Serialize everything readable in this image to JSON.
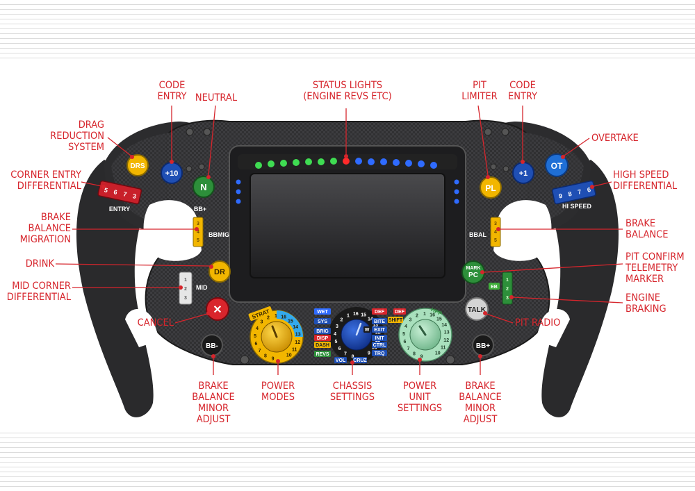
{
  "colors": {
    "callout": "#d6252c",
    "wheel_body": "#2b2b2d",
    "carbon": "#3a3a3a",
    "led_green": "#3fdc52",
    "led_red": "#ff2a2a",
    "led_blue": "#2f6bff",
    "yellow": "#f2b600",
    "blue_btn": "#1f4fb4",
    "green_btn": "#2d8f3a",
    "red_btn": "#d9252c"
  },
  "watermark_id": "578673049",
  "callouts": {
    "status_lights": "STATUS LIGHTS\n(ENGINE REVS ETC)",
    "code_entry_left": "CODE\nENTRY",
    "neutral": "NEUTRAL",
    "drag_reduction": "DRAG\nREDUCTION\nSYSTEM",
    "corner_entry_diff": "CORNER ENTRY\nDIFFERENTIAL",
    "brake_balance_migration": "BRAKE\nBALANCE\nMIGRATION",
    "drink": "DRINK",
    "mid_corner_diff": "MID CORNER\nDIFFERENTIAL",
    "cancel": "CANCEL",
    "bb_minor_left": "BRAKE\nBALANCE\nMINOR\nADJUST",
    "power_modes": "POWER\nMODES",
    "chassis_settings": "CHASSIS\nSETTINGS",
    "power_unit_settings": "POWER\nUNIT\nSETTINGS",
    "bb_minor_right": "BRAKE\nBALANCE\nMINOR\nADJUST",
    "pit_limiter": "PIT\nLIMITER",
    "code_entry_right": "CODE\nENTRY",
    "overtake": "OVERTAKE",
    "high_speed_diff": "HIGH SPEED\nDIFFERENTIAL",
    "brake_balance": "BRAKE\nBALANCE",
    "pit_confirm": "PIT CONFIRM\nTELEMETRY\nMARKER",
    "engine_braking": "ENGINE\nBRAKING",
    "pit_radio": "PIT RADIO"
  },
  "buttons": {
    "drs": "DRS",
    "plus10": "+10",
    "neutral": "N",
    "dr": "DR",
    "cancel": "✕",
    "bb_minus": "BB-",
    "pl": "PL",
    "plus1": "+1",
    "ot": "OT",
    "mark": "MARK",
    "pc": "PC",
    "talk": "TALK",
    "bb_plus": "BB+"
  },
  "labels": {
    "entry": "ENTRY",
    "bb_plus_top": "BB+",
    "bbmig": "BBMIG",
    "mid": "MID",
    "bbal": "BBAL",
    "hi_speed": "HI SPEED",
    "eb": "EB"
  },
  "rotaries": {
    "entry_digits": [
      "5",
      "6",
      "7",
      "3"
    ],
    "hispeed_digits": [
      "9",
      "8",
      "7",
      "6"
    ],
    "bbmig_digits": [
      "3",
      "4",
      "5"
    ],
    "bbal_digits": [
      "3",
      "4",
      "5"
    ],
    "mid_digits": [
      "1",
      "2",
      "3"
    ],
    "eb_digits": [
      "1",
      "2",
      "3"
    ]
  },
  "dials": {
    "strat": {
      "title": "STRAT",
      "numbers": [
        "9",
        "8",
        "7",
        "6",
        "5",
        "4",
        "3",
        "2",
        "1",
        "16",
        "15",
        "14",
        "13",
        "12",
        "11",
        "10"
      ]
    },
    "chassis": {
      "numbers": [
        "8",
        "7",
        "6",
        "5",
        "4",
        "3",
        "2",
        "1",
        "16",
        "15",
        "14",
        "13",
        "12",
        "11",
        "10",
        "9"
      ],
      "tags_left": [
        "WET",
        "SYS",
        "BRIG",
        "DISP",
        "DASH",
        "REVS"
      ],
      "tags_right": [
        "DEF",
        "BITE",
        "EXIT",
        "INIT",
        "CTRL",
        "TRQ"
      ],
      "tags_bottom": [
        "VOL",
        "CRUZ"
      ],
      "inner_right": [
        "W"
      ]
    },
    "hpp": {
      "title": "HPP",
      "numbers": [
        "9",
        "8",
        "7",
        "6",
        "5",
        "4",
        "3",
        "2",
        "1",
        "16",
        "15",
        "14",
        "13",
        "12",
        "11",
        "10"
      ],
      "tags": [
        "DEF",
        "SHIFT"
      ]
    }
  }
}
